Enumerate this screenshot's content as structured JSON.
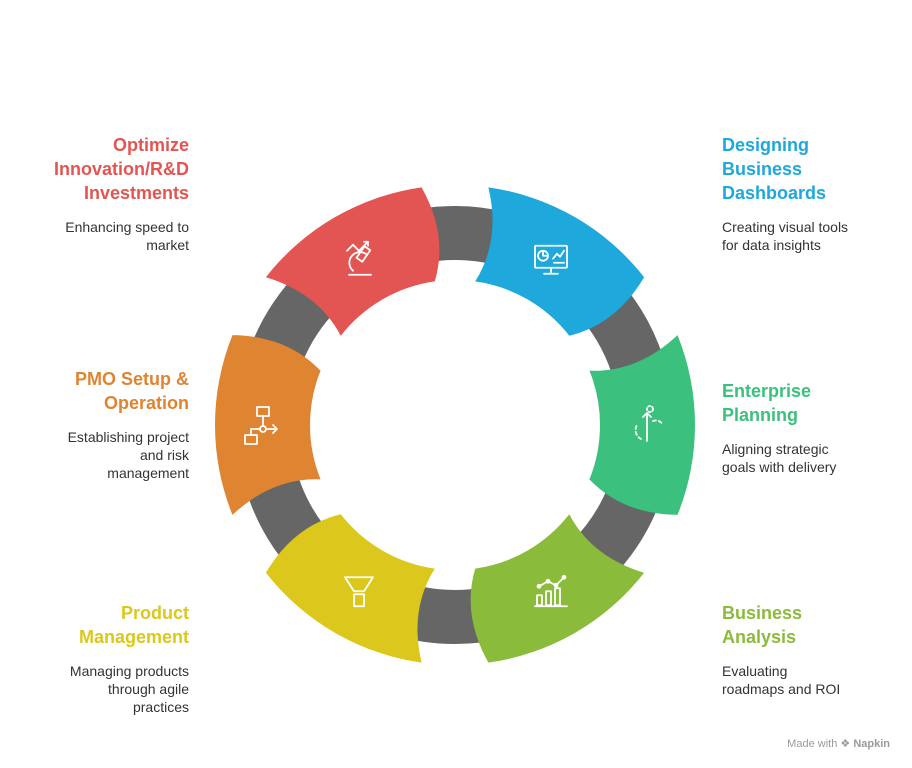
{
  "colors": {
    "ring": "#666666",
    "red": "#e35552",
    "blue": "#1ea8db",
    "green": "#3cc07d",
    "lime": "#8bbb3a",
    "yellow": "#dcc81c",
    "orange": "#df8430"
  },
  "segments": [
    {
      "key": "innovation",
      "color": "#e35552",
      "icon": "microscope-icon"
    },
    {
      "key": "dashboards",
      "color": "#1ea8db",
      "icon": "monitor-chart-icon"
    },
    {
      "key": "enterprise",
      "color": "#3cc07d",
      "icon": "path-arrow-icon"
    },
    {
      "key": "analysis",
      "color": "#8bbb3a",
      "icon": "bar-line-chart-icon"
    },
    {
      "key": "product",
      "color": "#dcc81c",
      "icon": "funnel-icon"
    },
    {
      "key": "pmo",
      "color": "#df8430",
      "icon": "flowchart-icon"
    }
  ],
  "labels": {
    "innovation": {
      "title": "Optimize\nInnovation/R&D\nInvestments",
      "desc": "Enhancing speed to\nmarket"
    },
    "dashboards": {
      "title": "Designing\nBusiness\nDashboards",
      "desc": "Creating visual tools\nfor data insights"
    },
    "enterprise": {
      "title": "Enterprise\nPlanning",
      "desc": "Aligning strategic\ngoals with delivery"
    },
    "analysis": {
      "title": "Business\nAnalysis",
      "desc": "Evaluating\nroadmaps and ROI"
    },
    "product": {
      "title": "Product\nManagement",
      "desc": "Managing products\nthrough agile\npractices"
    },
    "pmo": {
      "title": "PMO Setup &\nOperation",
      "desc": "Establishing project\nand risk\nmanagement"
    }
  },
  "watermark": {
    "prefix": "Made with",
    "brand": "Napkin"
  }
}
